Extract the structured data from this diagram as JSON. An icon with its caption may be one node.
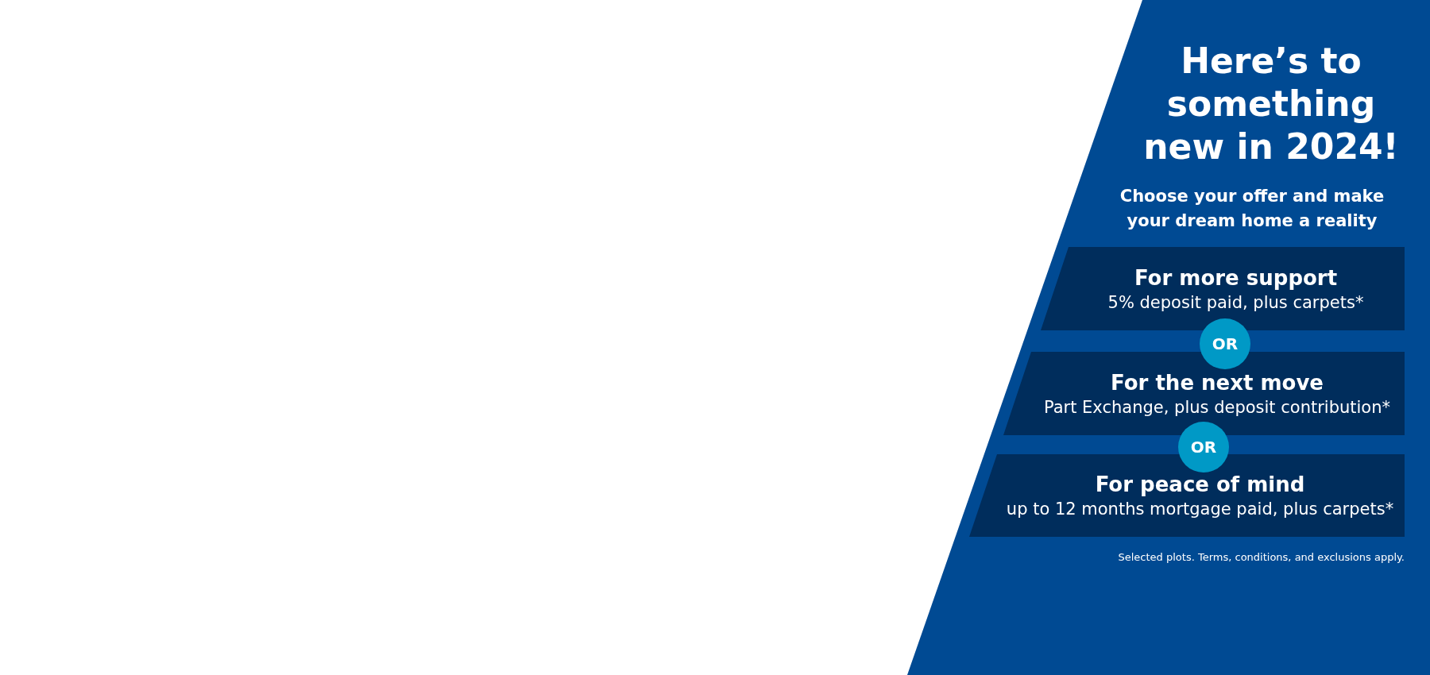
{
  "diagram": {
    "title": "Here’s to something new in 2024!",
    "nodes": [
      {
        "text": [
          "For more support",
          "5% deposit paid, plus carpets*"
        ]
      },
      {
        "text": [
          "OR"
        ]
      },
      {
        "text": [
          "For the next move",
          "Part Exchange, plus deposit contribution*"
        ]
      },
      {
        "text": [
          "OR"
        ]
      },
      {
        "text": [
          "For peace of mind",
          "up to 12 months mortgage paid, plus carpets*"
        ]
      }
    ],
    "labels": [
      "Choose your offer and make your dream home a reality",
      "Selected plots. Terms, conditions, and exclusions apply."
    ]
  }
}
